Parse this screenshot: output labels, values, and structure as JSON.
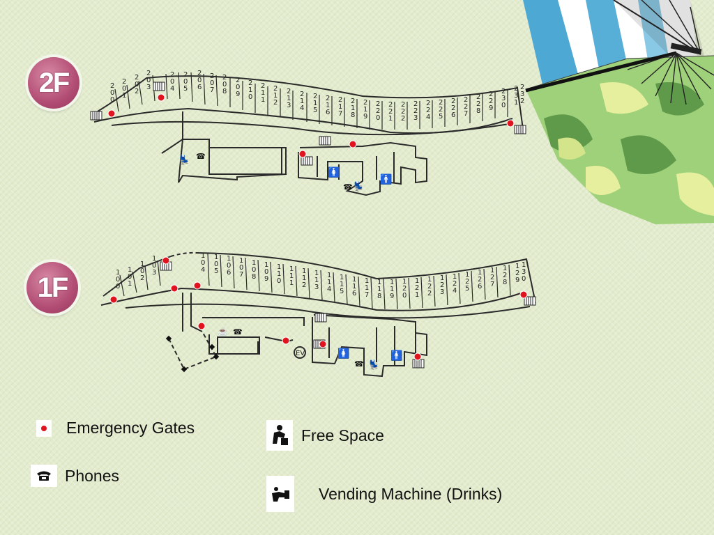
{
  "floors": [
    {
      "id": "2F",
      "label": "2F",
      "rooms": [
        "200",
        "201",
        "202",
        "203",
        "204",
        "205",
        "206",
        "207",
        "208",
        "209",
        "210",
        "211",
        "212",
        "213",
        "214",
        "215",
        "216",
        "217",
        "218",
        "219",
        "220",
        "221",
        "222",
        "223",
        "224",
        "225",
        "226",
        "227",
        "228",
        "229",
        "230",
        "231",
        "232"
      ]
    },
    {
      "id": "1F",
      "label": "1F",
      "rooms": [
        "100",
        "101",
        "102",
        "103",
        "104",
        "105",
        "106",
        "107",
        "108",
        "109",
        "110",
        "111",
        "112",
        "113",
        "114",
        "115",
        "116",
        "117",
        "118",
        "119",
        "120",
        "121",
        "122",
        "123",
        "124",
        "125",
        "126",
        "127",
        "128",
        "129",
        "130"
      ],
      "elevator_label": "EV"
    }
  ],
  "legend": {
    "emergency_gates": "Emergency Gates",
    "free_space": "Free Space",
    "phones": "Phones",
    "vending_machine": "Vending Machine (Drinks)"
  },
  "colors": {
    "emergency_dot": "#e0141e",
    "badge": "#b24d74",
    "wall": "#2a2a2a",
    "fan_blue": "#3aa0cf",
    "fan_green": "#7cb870"
  },
  "icons": [
    "emergency-dot-icon",
    "phone-icon",
    "free-space-icon",
    "vending-machine-icon",
    "female-restroom-icon",
    "male-restroom-icon",
    "stairs-icon",
    "hand-fan-icon"
  ]
}
